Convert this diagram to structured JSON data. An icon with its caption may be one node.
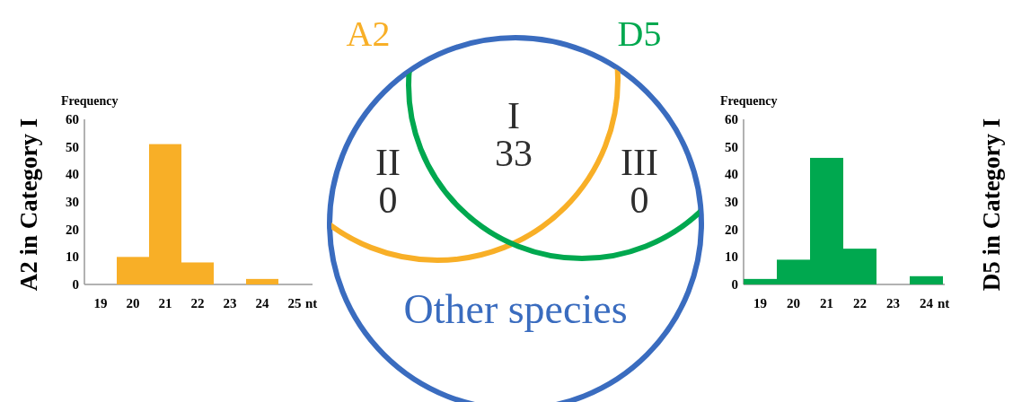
{
  "diagram": {
    "nodes": [
      {
        "text": [
          "Other species"
        ]
      },
      {
        "text": [
          "A2"
        ]
      },
      {
        "text": [
          "D5"
        ]
      }
    ],
    "labels": [
      "I",
      "33",
      "II",
      "0",
      "III",
      "0"
    ],
    "chart_data": [
      {
        "type": "bar",
        "title": "A2 in Category I",
        "ylabel": "Frequency",
        "xlabel": "nt",
        "categories": [
          "19",
          "20",
          "21",
          "22",
          "23",
          "24",
          "25"
        ],
        "series": [
          {
            "color": "#f8af27",
            "values": [
              0,
              10,
              51,
              8,
              0,
              2,
              0
            ]
          }
        ],
        "ylim": [
          0,
          60
        ],
        "yticks": [
          0,
          10,
          20,
          30,
          40,
          50,
          60
        ]
      },
      {
        "type": "bar",
        "title": "D5 in Category I",
        "ylabel": "Frequency",
        "xlabel": "nt",
        "categories": [
          "19",
          "20",
          "21",
          "22",
          "23",
          "24"
        ],
        "series": [
          {
            "color": "#00a84f",
            "values": [
              2,
              9,
              46,
              13,
              0,
              3
            ]
          }
        ],
        "ylim": [
          0,
          60
        ],
        "yticks": [
          0,
          10,
          20,
          30,
          40,
          50,
          60
        ]
      }
    ]
  }
}
